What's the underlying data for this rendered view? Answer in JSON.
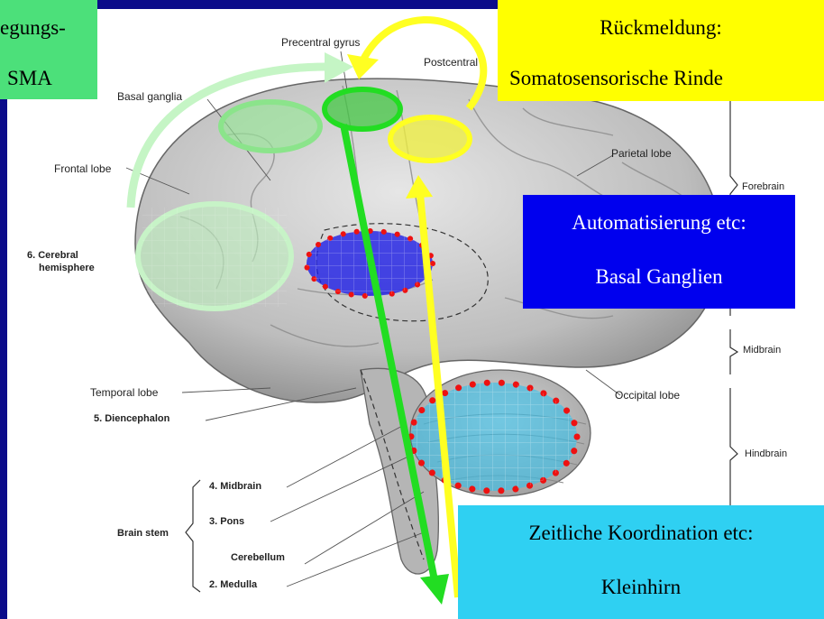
{
  "brain_labels": {
    "precentral": "Precentral gyrus",
    "postcentral": "Postcentral",
    "basal_ganglia": "Basal ganglia",
    "parietal": "Parietal lobe",
    "frontal": "Frontal lobe",
    "forebrain": "Forebrain",
    "cerebral_1": "6. Cerebral",
    "cerebral_2": "hemisphere",
    "midbrain_region": "Midbrain",
    "temporal": "Temporal lobe",
    "diencephalon": "5. Diencephalon",
    "occipital": "Occipital lobe",
    "hindbrain": "Hindbrain",
    "midbrain": "4. Midbrain",
    "pons": "3. Pons",
    "brain_stem": "Brain stem",
    "cerebellum": "Cerebellum",
    "medulla": "2. Medulla"
  },
  "callouts": {
    "sma_line1": "egungs-",
    "sma_line2": "SMA",
    "feedback_line1": "Rückmeldung:",
    "feedback_line2": "Somatosensorische Rinde",
    "basal_line1": "Automatisierung etc:",
    "basal_line2": "Basal Ganglien",
    "cerebellum_line1": "Zeitliche Koordination etc:",
    "cerebellum_line2": "Kleinhirn"
  },
  "colors": {
    "slide_background": "#0b0b8a",
    "green_box": "#4ce07a",
    "yellow_box": "#ffff00",
    "blue_box": "#0000ee",
    "cyan_box": "#2fd0f2",
    "dotted_outline": "#e00000",
    "green_arrow": "#22dd22",
    "yellow_arrow": "#ffff22"
  }
}
